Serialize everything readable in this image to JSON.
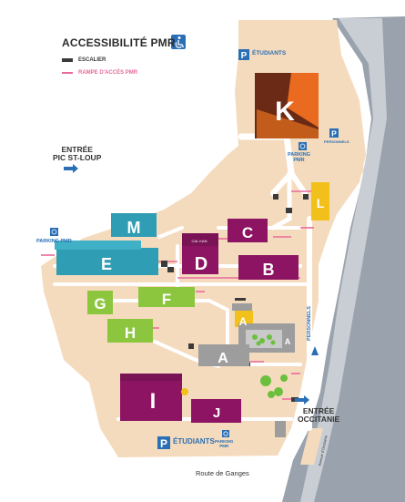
{
  "title": "ACCESSIBILITÉ PMR",
  "legend": {
    "stairs": "ESCALIER",
    "ramp": "RAMPE D'ACCÈS PMR",
    "stairs_color": "#3a3a3a",
    "ramp_color": "#e96a9c"
  },
  "labels": {
    "entree_pic": "ENTRÉE\nPIC ST-LOUP",
    "entree_occitanie": "ENTRÉE\nOCCITANIE",
    "etudiants_top": "ÉTUDIANTS",
    "etudiants_bottom": "ÉTUDIANTS",
    "parking_pmr_left": "PARKING PMR",
    "parking_pmr_k": "PARKING\nPMR",
    "parking_pmr_bottom": "PARKING\nPMR",
    "personnels_top": "PERSONNELS",
    "personnels_side": "PERSONNELS",
    "road": "Route de Ganges",
    "avenue": "Avenue d'Occitanie",
    "cal": "CAL KAN"
  },
  "buildings": {
    "K": "K",
    "L": "L",
    "M": "M",
    "C": "C",
    "E": "E",
    "D": "D",
    "B": "B",
    "G": "G",
    "F": "F",
    "H": "H",
    "A1": "A",
    "A2": "A",
    "A3": "A",
    "I": "I",
    "J": "J"
  },
  "colors": {
    "site": "#f5dbbd",
    "path": "#ffffff",
    "river": "#9aa2ad",
    "teal": "#2f9db3",
    "maroon": "#8c1462",
    "green": "#8cc63f",
    "gray": "#9d9d9d",
    "yellow": "#f2c01a",
    "orange": "#ea6a1f",
    "brown": "#6b2a16",
    "blue": "#2a6fb5"
  },
  "icons": [
    "wheelchair-icon",
    "parking-icon",
    "arrow-right-icon",
    "tree-icon"
  ]
}
